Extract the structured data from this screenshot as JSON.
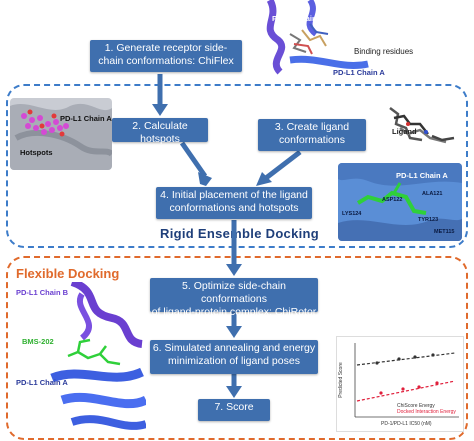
{
  "steps": [
    {
      "line1": "1. Generate receptor side-",
      "line2": "chain conformations: ChiFlex"
    },
    {
      "line1": "2. Calculate hotspots",
      "line2": ""
    },
    {
      "line1": "3. Create ligand",
      "line2": "conformations"
    },
    {
      "line1": "4. Initial placement of the ligand",
      "line2": "conformations and hotspots"
    },
    {
      "line1": "5. Optimize side-chain conformations",
      "line2": "of ligand-protein complex: ChiRotor"
    },
    {
      "line1": "6. Simulated annealing and energy",
      "line2": "minimization of ligand poses"
    },
    {
      "line1": "7. Score",
      "line2": ""
    }
  ],
  "sections": {
    "rigid": "Rigid  Ensemble Docking",
    "flexible": "Flexible Docking"
  },
  "structure_top": {
    "chain_b": "PD-L1 Chain B",
    "binding": "Binding residues",
    "chain_a": "PD-L1 Chain A"
  },
  "hotspot_panel": {
    "chain_a": "PD-L1 Chain A",
    "hotspots": "Hotspots"
  },
  "ligand_panel": {
    "ligand": "Ligand"
  },
  "surface_panel": {
    "chain_a": "PD-L1 Chain A",
    "residues": [
      "ALA121",
      "ASP122",
      "LYS124",
      "TYR123",
      "MET115"
    ]
  },
  "flex_panel": {
    "chain_b": "PD-L1 Chain B",
    "ligand": "BMS-202",
    "chain_a": "PD-L1 Chain A"
  },
  "score_plot": {
    "xlabel": "PD-1/PD-L1 IC50 (nM)",
    "ylabel": "Predicted Score",
    "legend": [
      "ChiScore Energy",
      "Docked Interaction Energy"
    ],
    "colors": {
      "series1": "#333333",
      "series2": "#e0203c"
    }
  },
  "colors": {
    "step_box": "#3f6fae",
    "rigid_border": "#3d7cc9",
    "flexible_border": "#e06a2c",
    "arrow": "#3f6fae"
  }
}
